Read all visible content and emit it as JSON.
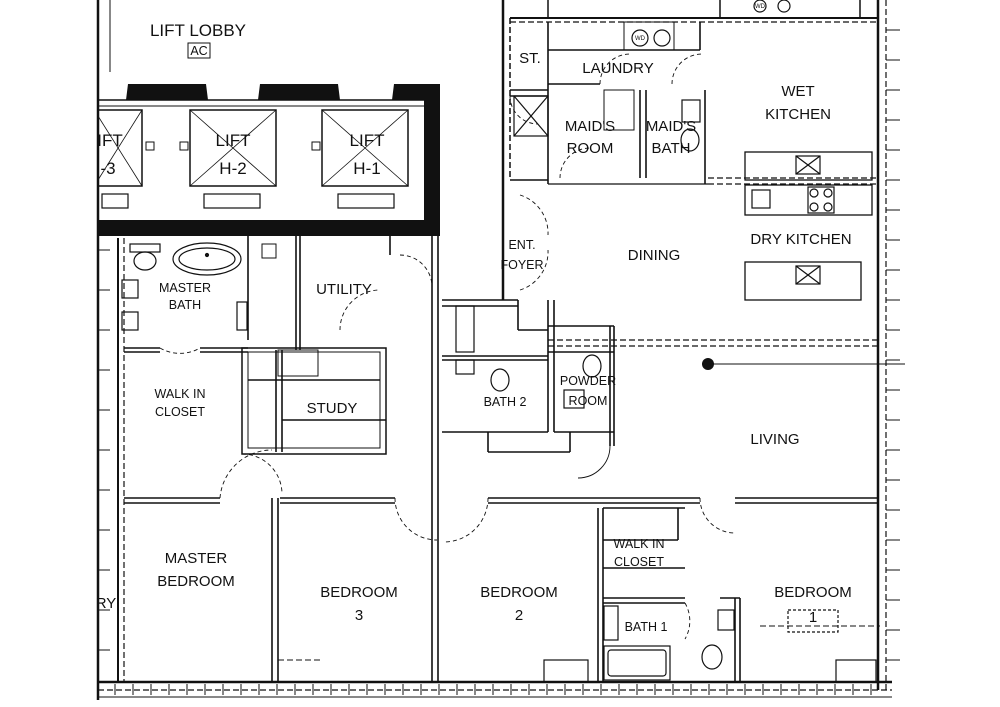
{
  "lift_lobby": {
    "title": "LIFT LOBBY",
    "ac_tag": "AC"
  },
  "lifts": {
    "h3_line1": "IFT",
    "h3_line2": "-3",
    "h2_line1": "LIFT",
    "h2_line2": "H-2",
    "h1_line1": "LIFT",
    "h1_line2": "H-1"
  },
  "rooms": {
    "store": "ST.",
    "laundry": "LAUNDRY",
    "wet_kitchen_line1": "WET",
    "wet_kitchen_line2": "KITCHEN",
    "maids_room_line1": "MAID'S",
    "maids_room_line2": "ROOM",
    "maids_bath_line1": "MAID'S",
    "maids_bath_line2": "BATH",
    "dining": "DINING",
    "dry_kitchen": "DRY KITCHEN",
    "ent_foyer_line1": "ENT.",
    "ent_foyer_line2": "FOYER",
    "master_bath_line1": "MASTER",
    "master_bath_line2": "BATH",
    "utility": "UTILITY",
    "walk_in_closet_master_line1": "WALK IN",
    "walk_in_closet_master_line2": "CLOSET",
    "study": "STUDY",
    "bath2": "BATH 2",
    "powder_room_line1": "POWDER",
    "powder_room_line2": "ROOM",
    "living": "LIVING",
    "master_bedroom_line1": "MASTER",
    "master_bedroom_line2": "BEDROOM",
    "bedroom3_line1": "BEDROOM",
    "bedroom3_line2": "3",
    "bedroom2_line1": "BEDROOM",
    "bedroom2_line2": "2",
    "walk_in_closet_b1_line1": "WALK IN",
    "walk_in_closet_b1_line2": "CLOSET",
    "bath1": "BATH 1",
    "bedroom1_line1": "BEDROOM",
    "bedroom1_line2": "1",
    "edge_fragment": "RY"
  },
  "fixture_tags": {
    "washer": "WD",
    "dryer": "WD"
  }
}
